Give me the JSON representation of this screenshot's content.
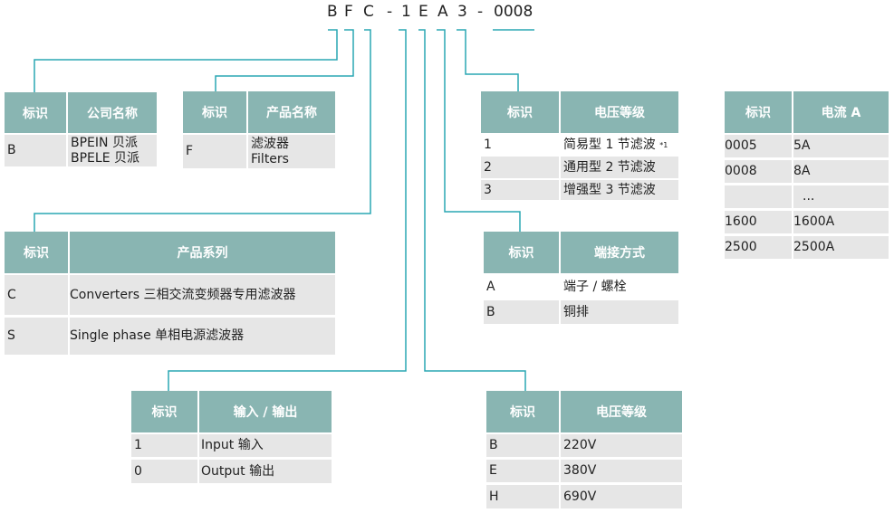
{
  "model_code": [
    "B",
    "F",
    "C",
    "-",
    "1",
    "E",
    "A",
    "3",
    "-",
    "0008"
  ],
  "tables": {
    "company": {
      "headers": [
        "标识",
        "公司名称"
      ],
      "rows": [
        {
          "id": "B",
          "lines": [
            "BPEIN 贝派",
            "BPELE 贝派"
          ]
        }
      ]
    },
    "product": {
      "headers": [
        "标识",
        "产品名称"
      ],
      "rows": [
        {
          "id": "F",
          "lines": [
            "滤波器",
            "Filters"
          ]
        }
      ]
    },
    "series": {
      "headers": [
        "标识",
        "产品系列"
      ],
      "rows": [
        {
          "id": "C",
          "text": "Converters 三相交流变频器专用滤波器"
        },
        {
          "id": "S",
          "text": "Single phase 单相电源滤波器"
        }
      ]
    },
    "io": {
      "headers": [
        "标识",
        "输入 / 输出"
      ],
      "rows": [
        {
          "id": "1",
          "text": "Input 输入"
        },
        {
          "id": "0",
          "text": "Output 输出"
        }
      ]
    },
    "level": {
      "headers": [
        "标识",
        "电压等级"
      ],
      "rows": [
        {
          "id": "1",
          "text": "简易型 1 节滤波",
          "sup": "*1"
        },
        {
          "id": "2",
          "text": "通用型 2 节滤波"
        },
        {
          "id": "3",
          "text": "增强型 3 节滤波"
        }
      ]
    },
    "terminal": {
      "headers": [
        "标识",
        "端接方式"
      ],
      "rows": [
        {
          "id": "A",
          "text": "端子 / 螺栓"
        },
        {
          "id": "B",
          "text": "铜排"
        }
      ]
    },
    "voltage": {
      "headers": [
        "标识",
        "电压等级"
      ],
      "rows": [
        {
          "id": "B",
          "text": "220V"
        },
        {
          "id": "E",
          "text": "380V"
        },
        {
          "id": "H",
          "text": "690V"
        }
      ]
    },
    "current": {
      "headers": [
        "标识",
        "电流 A"
      ],
      "rows": [
        {
          "id": "0005",
          "text": "5A"
        },
        {
          "id": "0008",
          "text": "8A"
        },
        {
          "id": "",
          "text": "..."
        },
        {
          "id": "1600",
          "text": "1600A"
        },
        {
          "id": "2500",
          "text": "2500A"
        }
      ]
    }
  },
  "colors": {
    "header_bg": "#89b5b2",
    "row_shade": "#e6e6e6",
    "connector": "#2aa7b3"
  }
}
